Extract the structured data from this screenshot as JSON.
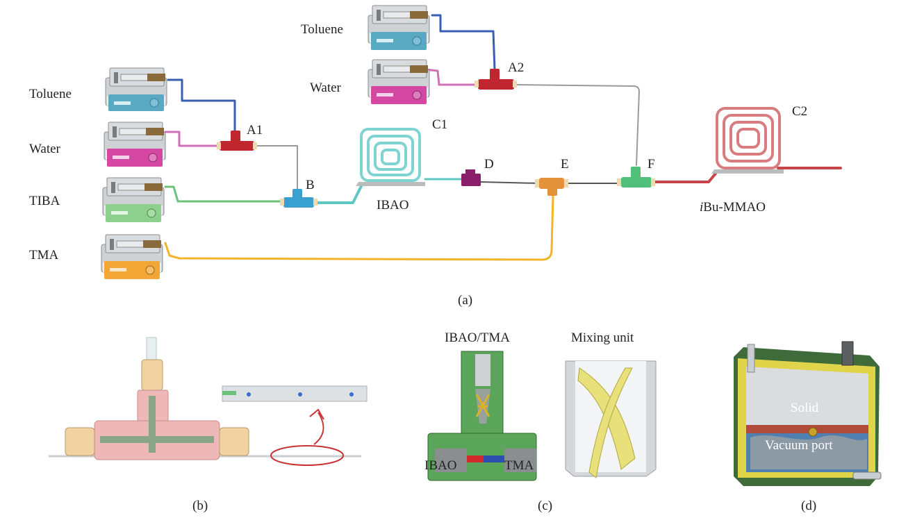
{
  "panel_a": {
    "caption": "(a)",
    "pumps": {
      "toluene_1": "Toluene",
      "water_1": "Water",
      "tiba": "TIBA",
      "tma": "TMA",
      "toluene_2": "Toluene",
      "water_2": "Water"
    },
    "junctions": {
      "a1": "A1",
      "a2": "A2",
      "b": "B",
      "d": "D",
      "e": "E",
      "f": "F"
    },
    "coils": {
      "c1": "C1",
      "c2": "C2"
    },
    "products": {
      "ibao": "IBAO",
      "ibu_prefix": "i",
      "ibu_rest": "Bu-MMAO"
    }
  },
  "panel_b": {
    "caption": "(b)"
  },
  "panel_c": {
    "caption": "(c)",
    "inlet_label": "IBAO/TMA",
    "mixing_label": "Mixing unit",
    "left_port": "IBAO",
    "right_port": "TMA"
  },
  "panel_d": {
    "caption": "(d)",
    "solid_label": "Solid",
    "vacuum_label": "Vacuum port"
  },
  "colors": {
    "toluene_line": "#3a5fb0",
    "water_line": "#d070b8",
    "tiba_line": "#6cc27a",
    "tma_line": "#f1b32a",
    "ibao_line": "#5fc7c2",
    "product_line": "#c8464a",
    "gray_line": "#9a9a9a",
    "coil_c1": "#7fd3d0",
    "coil_c2": "#d87c80"
  }
}
